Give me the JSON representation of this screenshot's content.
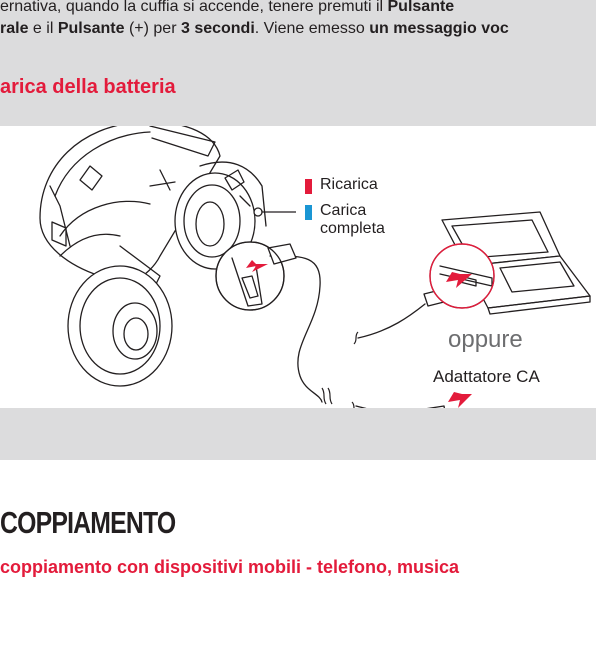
{
  "intro": {
    "line1_a": "ernativa, quando la cuffia si accende, tenere premuti il ",
    "line1_b": "Pulsante",
    "line2_a": "rale",
    "line2_b": " e il ",
    "line2_c": "Pulsante",
    "line2_d": " (+) per ",
    "line2_e": "3 secondi",
    "line2_f": ". Viene emesso ",
    "line2_g": "un messaggio voc"
  },
  "section_title": "arica della batteria",
  "legend": {
    "charging": "Ricarica",
    "charging_color": "#e31b3b",
    "complete_line1": "Carica",
    "complete_line2": "completa",
    "complete_color": "#1a96d4"
  },
  "labels": {
    "or": "oppure",
    "ac_adapter": "Adattatore CA"
  },
  "pairing_heading": "COPPIAMENTO",
  "pairing_sub": "coppiamento con dispositivi mobili - telefono, musica"
}
